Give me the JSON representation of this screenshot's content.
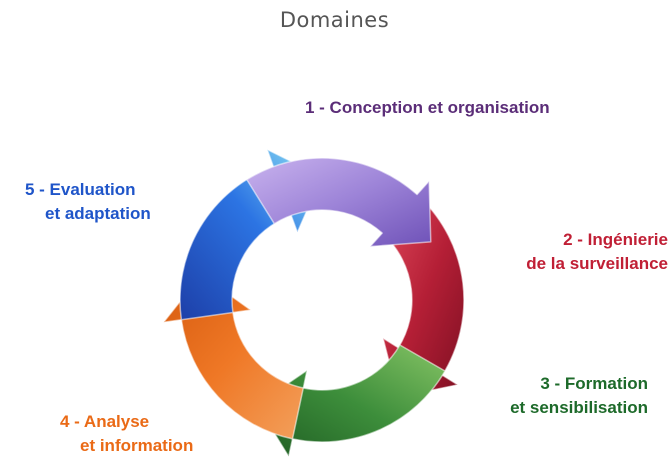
{
  "title": "Domaines",
  "steps": [
    {
      "line1": "1 - Conception et organisation",
      "line2": "",
      "color": "#5b2d78",
      "arrow_color": "#9a7bd1"
    },
    {
      "line1": "2 - Ingénierie",
      "line2": "de la surveillance",
      "color": "#c01f35",
      "arrow_color": "#b8263c"
    },
    {
      "line1": "3 - Formation",
      "line2": "et sensibilisation",
      "color": "#1d6a2a",
      "arrow_color": "#3f8f3c"
    },
    {
      "line1": "4 - Analyse",
      "line2": "et information",
      "color": "#ea6a16",
      "arrow_color": "#f07d2a"
    },
    {
      "line1": "5 - Evaluation",
      "line2": "et adaptation",
      "color": "#1f55c9",
      "arrow_color": "#2a6be0"
    }
  ]
}
